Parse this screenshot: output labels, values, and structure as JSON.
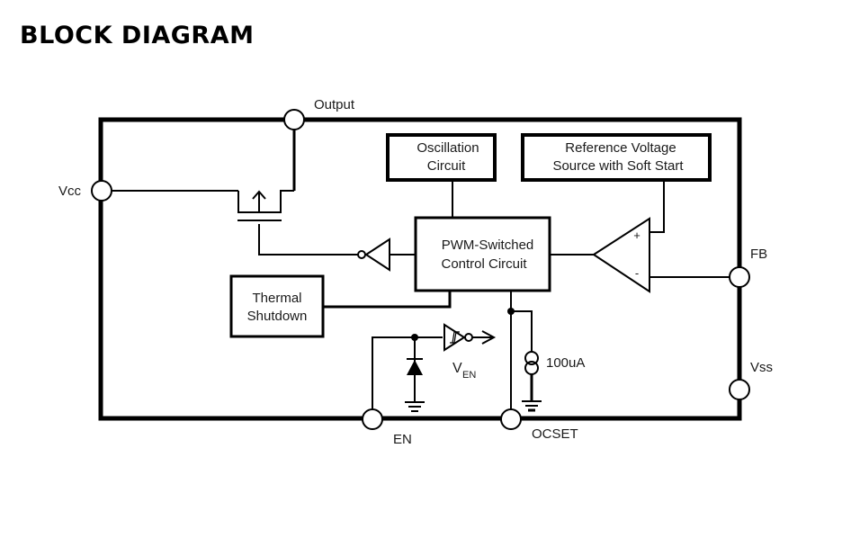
{
  "title": "BLOCK DIAGRAM",
  "pins": {
    "output": "Output",
    "vcc": "Vcc",
    "fb": "FB",
    "vss": "Vss",
    "en": "EN",
    "ocset": "OCSET"
  },
  "blocks": {
    "oscillation": [
      "Oscillation",
      "Circuit"
    ],
    "reference": [
      "Reference Voltage",
      "Source with Soft Start"
    ],
    "pwm": [
      "PWM-Switched",
      "Control Circuit"
    ],
    "thermal": [
      "Thermal",
      "Shutdown"
    ]
  },
  "components": {
    "comparator_plus": "+",
    "comparator_minus": "-",
    "ven_main": "V",
    "ven_sub": "EN",
    "current_source": "100uA"
  }
}
